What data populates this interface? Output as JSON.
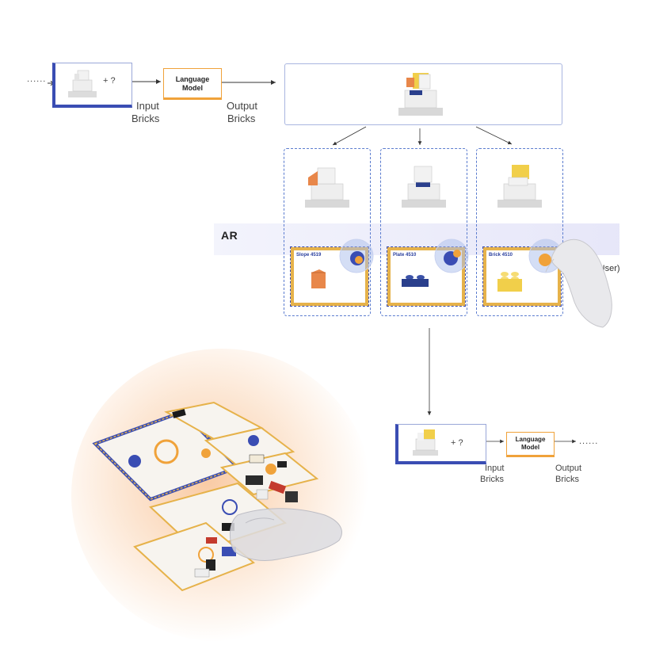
{
  "top_flow": {
    "dots": "......",
    "plus_question": "+ ?",
    "model_label_line1": "Language",
    "model_label_line2": "Model",
    "input_label_line1": "Input",
    "input_label_line2": "Bricks",
    "output_label_line1": "Output",
    "output_label_line2": "Bricks"
  },
  "ar": {
    "label": "AR",
    "user_label": "(User)",
    "cards": [
      {
        "title": "Slope 4519",
        "brick_color": "#e8874a"
      },
      {
        "title": "Plate 4510",
        "brick_color": "#2a3f8c"
      },
      {
        "title": "Brick 4510",
        "brick_color": "#f1cf4a"
      }
    ]
  },
  "bottom_flow": {
    "plus_question": "+ ?",
    "model_label_line1": "Language",
    "model_label_line2": "Model",
    "input_label_line1": "Input",
    "input_label_line2": "Bricks",
    "output_label_line1": "Output",
    "output_label_line2": "Bricks",
    "dots": "......"
  },
  "colors": {
    "blue_accent": "#3a4db3",
    "orange_accent": "#f0a23a",
    "dashed_blue": "#5b7ccf"
  }
}
